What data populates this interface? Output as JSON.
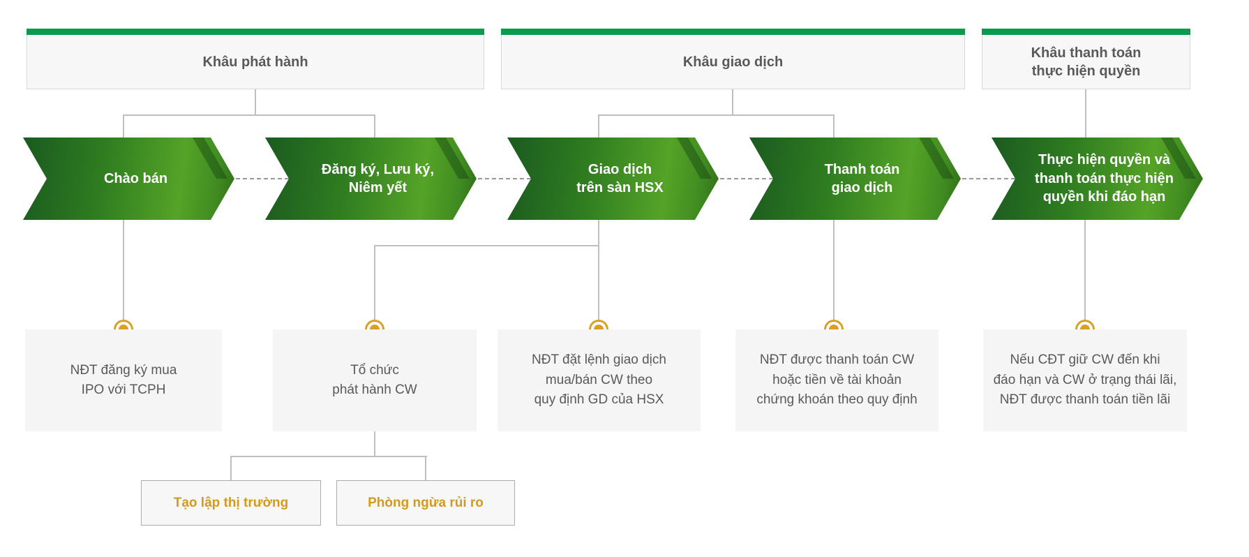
{
  "diagram": {
    "title": "CW process flow (issuance, trading, exercise settlement)",
    "sections": [
      {
        "label": "Khâu phát hành"
      },
      {
        "label": "Khâu giao dịch"
      },
      {
        "label": "Khâu thanh toán\nthực hiện quyền"
      }
    ],
    "steps": [
      {
        "label": "Chào bán",
        "detail": "NĐT đăng ký mua\nIPO với TCPH"
      },
      {
        "label": "Đăng ký, Lưu ký,\nNiêm yết",
        "detail": "Tổ chức\nphát hành CW"
      },
      {
        "label": "Giao dịch\ntrên sàn HSX",
        "detail": "NĐT đặt lệnh giao dịch\nmua/bán CW theo\nquy định GD của HSX"
      },
      {
        "label": "Thanh toán\ngiao dịch",
        "detail": "NĐT được thanh toán CW\nhoặc tiền về tài khoản\nchứng khoán theo quy định"
      },
      {
        "label": "Thực hiện quyền và\nthanh toán thực hiện\nquyền khi đáo hạn",
        "detail": "Nếu CĐT giữ CW đến khi\nđáo hạn và CW ở trạng thái lãi,\nNĐT được thanh toán tiền lãi"
      }
    ],
    "sub_steps": [
      {
        "label": "Tạo lập thị trường"
      },
      {
        "label": "Phòng ngừa rủi ro"
      }
    ],
    "colors": {
      "section_bar_green": "#089b4b",
      "arrow_green_dark": "#1b5a20",
      "arrow_green_light": "#55a327",
      "milestone_gold": "#d8a125",
      "sub_step_text_gold": "#d49a1e",
      "text_gray": "#58595b",
      "box_gray_bg": "#f5f5f5",
      "connector_gray": "#bfbfbf"
    }
  }
}
